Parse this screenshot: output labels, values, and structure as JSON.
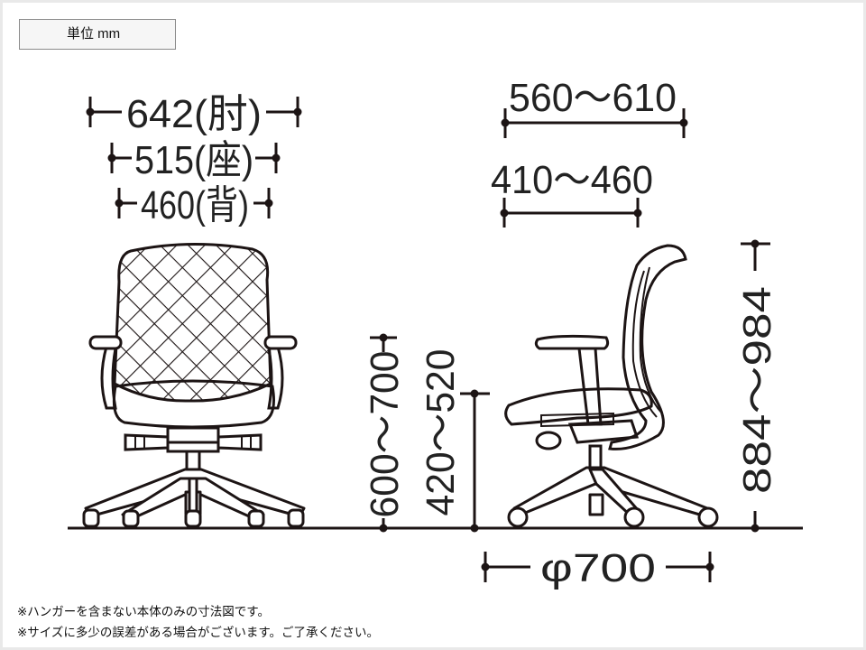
{
  "unit_label": "単位 mm",
  "front_view": {
    "width_armrest": "642(肘)",
    "width_seat": "515(座)",
    "width_back": "460(背)",
    "armrest_height": "600〜700",
    "seat_height": "420〜520"
  },
  "side_view": {
    "depth_overall": "560〜610",
    "depth_seat": "410〜460",
    "overall_height": "884〜984",
    "base_diameter": "φ700"
  },
  "notes": [
    "※ハンガーを含まない本体のみの寸法図です。",
    "※サイズに多少の誤差がある場合がございます。ご了承ください。"
  ],
  "colors": {
    "line": "#1c1414",
    "background": "#ffffff",
    "frame": "#e9e9e9"
  }
}
